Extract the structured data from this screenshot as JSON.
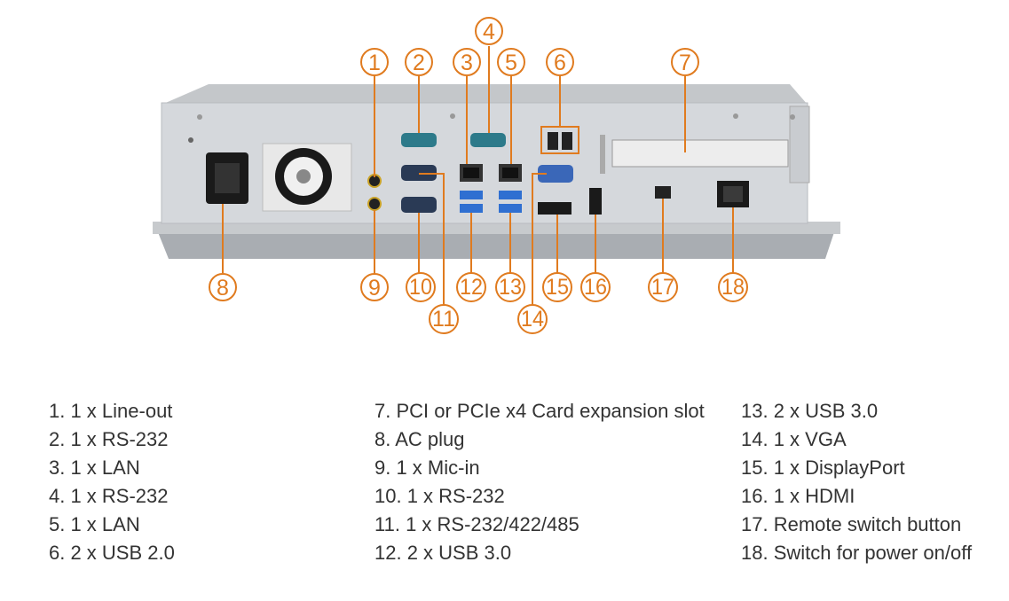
{
  "colors": {
    "accent": "#e07b1f",
    "text": "#333333",
    "chassis": "#d5d8dc",
    "bezel": "#a9adb2"
  },
  "callouts": [
    {
      "label": "1"
    },
    {
      "label": "2"
    },
    {
      "label": "3"
    },
    {
      "label": "4"
    },
    {
      "label": "5"
    },
    {
      "label": "6"
    },
    {
      "label": "7"
    },
    {
      "label": "8"
    },
    {
      "label": "9"
    },
    {
      "label": "10"
    },
    {
      "label": "11"
    },
    {
      "label": "12"
    },
    {
      "label": "13"
    },
    {
      "label": "14"
    },
    {
      "label": "15"
    },
    {
      "label": "16"
    },
    {
      "label": "17"
    },
    {
      "label": "18"
    }
  ],
  "legend": {
    "col1": [
      "1. 1 x Line-out",
      "2. 1 x RS-232",
      "3. 1 x LAN",
      "4. 1 x RS-232",
      "5. 1 x LAN",
      "6. 2 x USB 2.0"
    ],
    "col2": [
      "7. PCI or PCIe x4 Card expansion slot",
      "8. AC plug",
      "9. 1 x Mic-in",
      "10. 1 x RS-232",
      "11. 1 x RS-232/422/485",
      "12. 2 x USB 3.0"
    ],
    "col3": [
      "13. 2 x USB 3.0",
      "14. 1 x VGA",
      "15. 1 x DisplayPort",
      "16. 1 x HDMI",
      "17. Remote switch button",
      "18. Switch for power on/off"
    ]
  }
}
